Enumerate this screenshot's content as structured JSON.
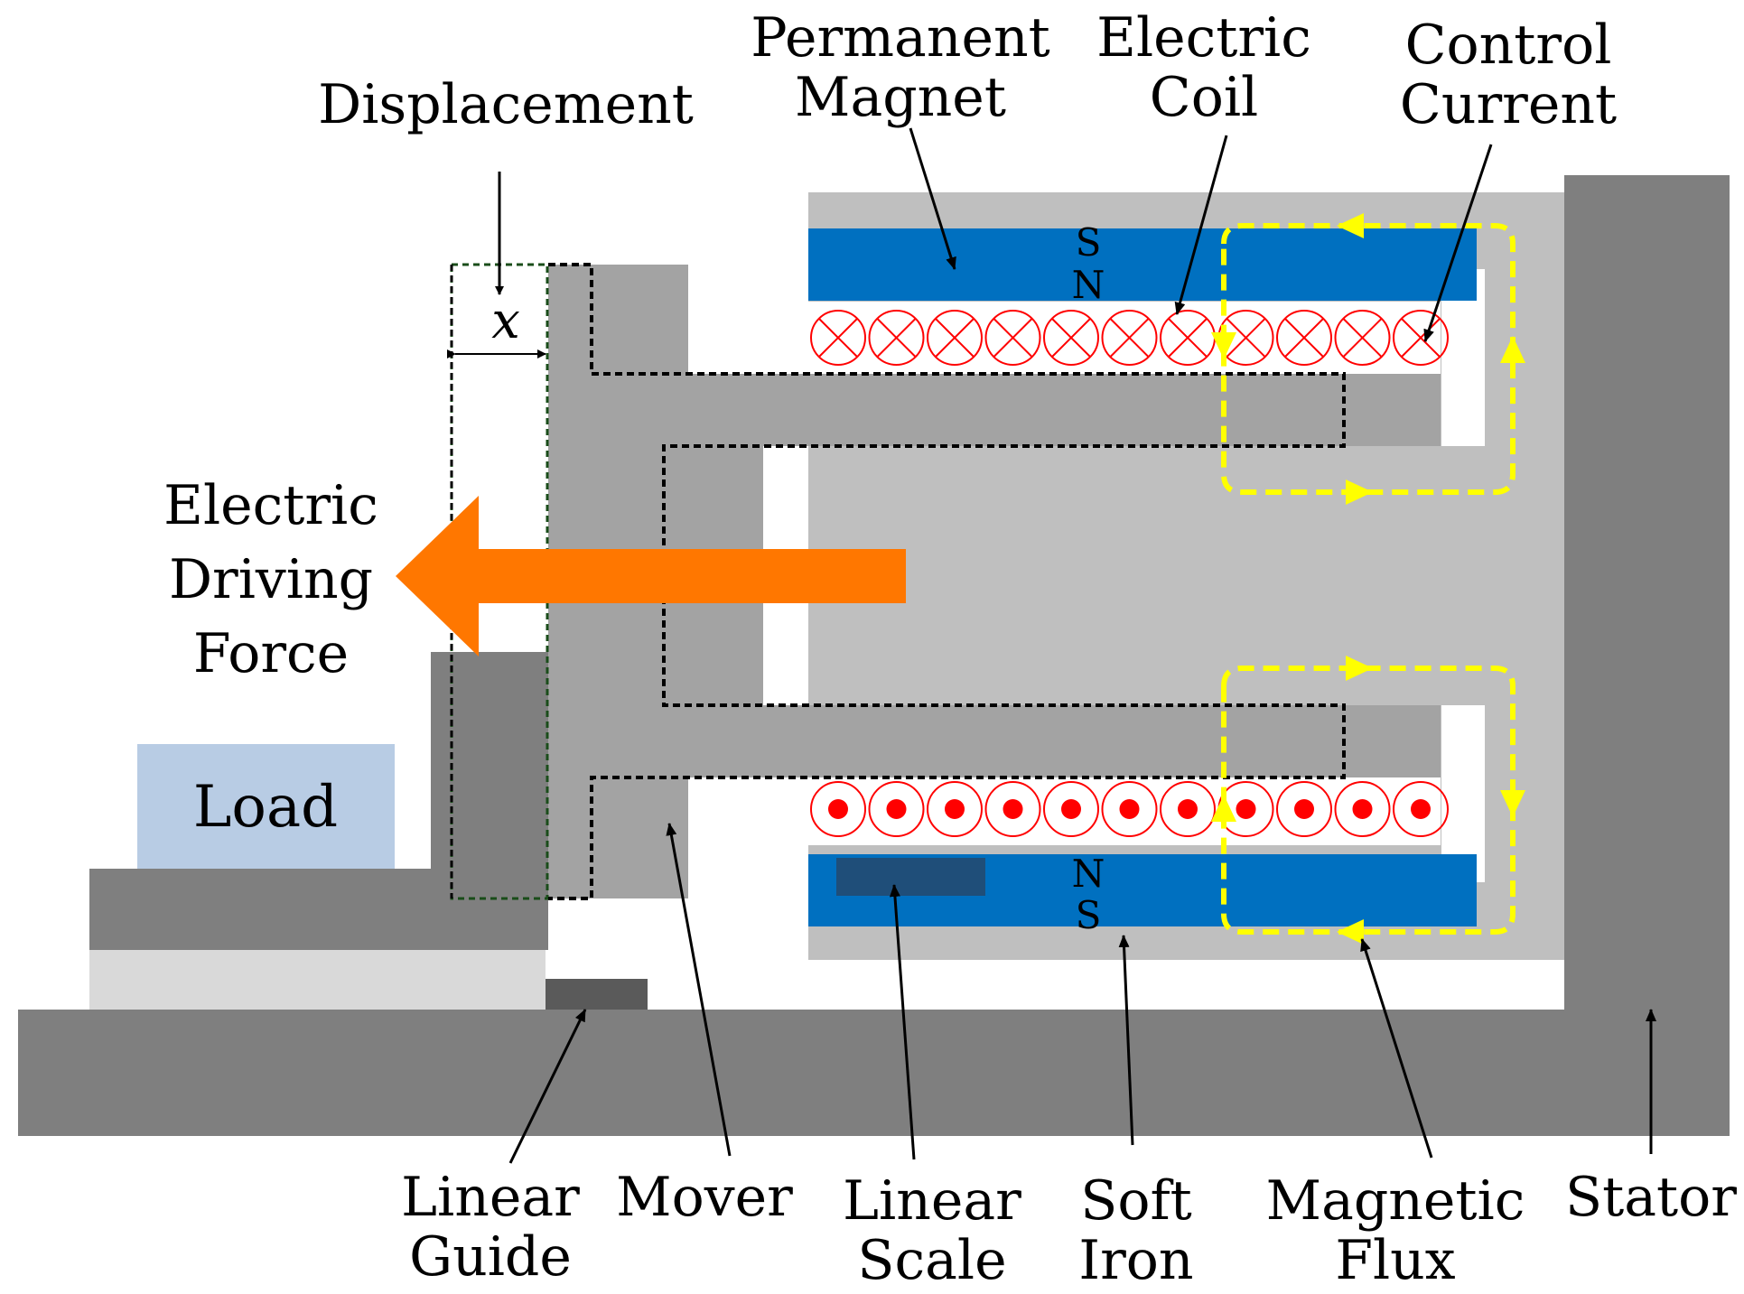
{
  "labels": {
    "displacement": "Displacement",
    "permanent_magnet": [
      "Permanent",
      "Magnet"
    ],
    "electric_coil": [
      "Electric",
      "Coil"
    ],
    "control_current": [
      "Control",
      "Current"
    ],
    "electric_driving_force": [
      "Electric",
      "Driving",
      "Force"
    ],
    "load": "Load",
    "linear_guide": [
      "Linear",
      "Guide"
    ],
    "mover": "Mover",
    "linear_scale": [
      "Linear",
      "Scale"
    ],
    "soft_iron": [
      "Soft",
      "Iron"
    ],
    "magnetic_flux": [
      "Magnetic",
      "Flux"
    ],
    "stator": "Stator",
    "x_variable": "x"
  },
  "poles": {
    "top": [
      "S",
      "N"
    ],
    "bottom": [
      "N",
      "S"
    ]
  },
  "coils": {
    "top_count": 11,
    "bottom_count": 11,
    "top_direction": "into-page",
    "bottom_direction": "out-of-page"
  },
  "colors": {
    "stator": "#7f7f7f",
    "soft_iron": "#bfbfbf",
    "mover": "#a3a3a3",
    "base_block": "#7f7f7f",
    "guide_rail": "#d9d9d9",
    "guide_slider": "#5a5a5a",
    "magnet": "#0070c0",
    "linear_scale": "#1f4e79",
    "load": "#b8cce4",
    "force_arrow": "#ff7700",
    "flux": "#ffff00",
    "coil": "#ff0000",
    "dashed_outline": "#000000",
    "dashed_outline_green": "#1a4d1a"
  }
}
